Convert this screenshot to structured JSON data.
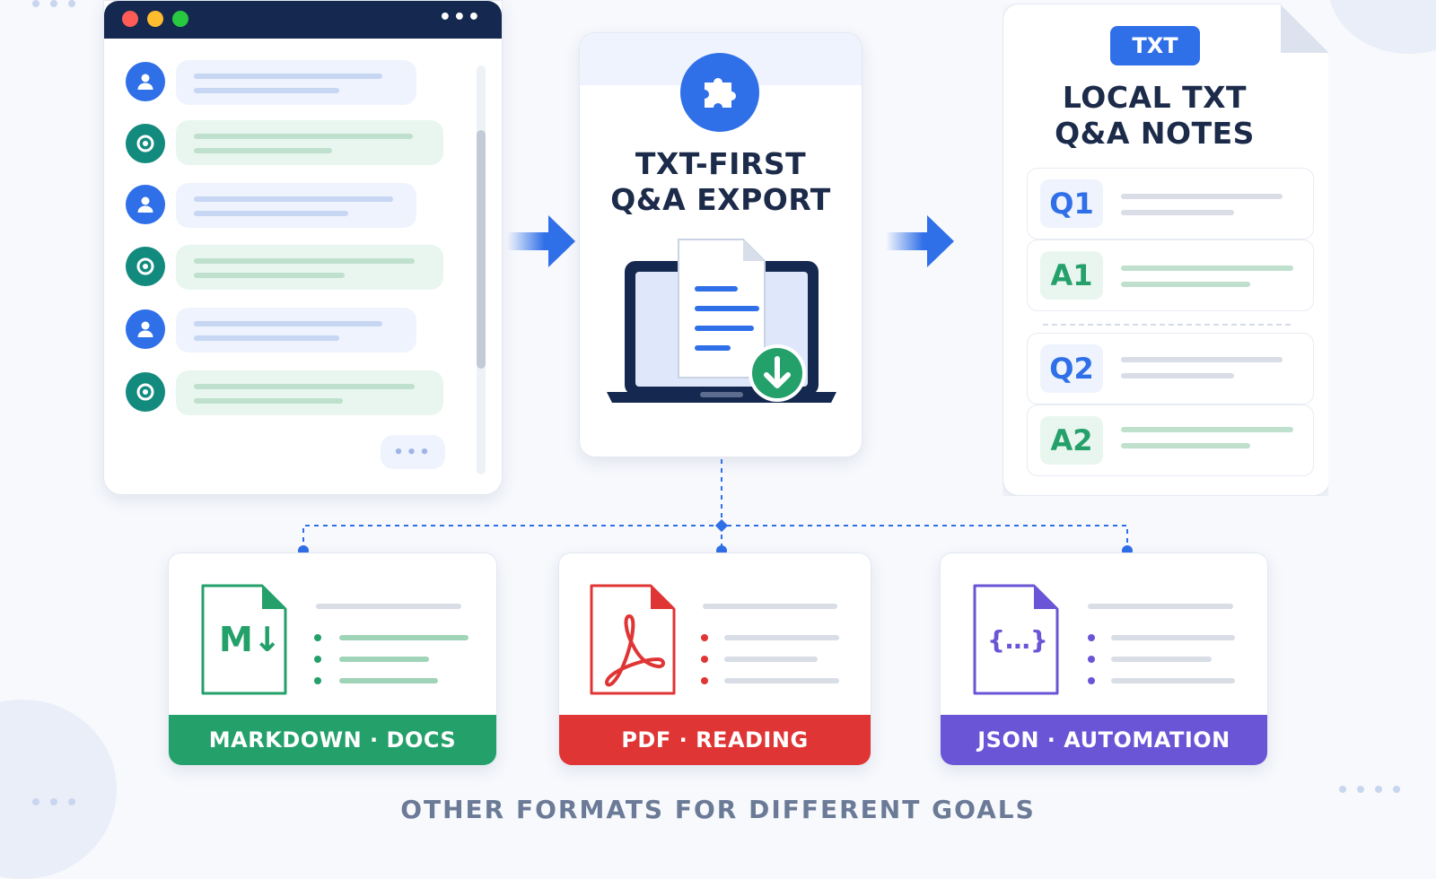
{
  "colors": {
    "brand_blue": "#2f6fe8",
    "navy": "#15284f",
    "green": "#24a06b",
    "red": "#e03535",
    "purple": "#6a55d6",
    "teal": "#138a7e"
  },
  "chat_window": {
    "icons": [
      "user-icon",
      "assistant-icon"
    ],
    "typing_indicator": "•••",
    "menu_dots": "•••"
  },
  "export_card": {
    "icon": "puzzle-icon",
    "title_line1": "TXT-FIRST",
    "title_line2": "Q&A EXPORT",
    "download_icon": "download-icon"
  },
  "notes_card": {
    "badge": "TXT",
    "title_line1": "LOCAL TXT",
    "title_line2": "Q&A NOTES",
    "entries": [
      "Q1",
      "A1",
      "Q2",
      "A2"
    ]
  },
  "formats": [
    {
      "glyph": "M↓",
      "label": "MARKDOWN · DOCS",
      "icon": "markdown-file-icon"
    },
    {
      "glyph": "A",
      "label": "PDF · READING",
      "icon": "pdf-file-icon"
    },
    {
      "glyph": "{…}",
      "label": "JSON · AUTOMATION",
      "icon": "json-file-icon"
    }
  ],
  "footer_caption": "OTHER FORMATS FOR DIFFERENT GOALS"
}
